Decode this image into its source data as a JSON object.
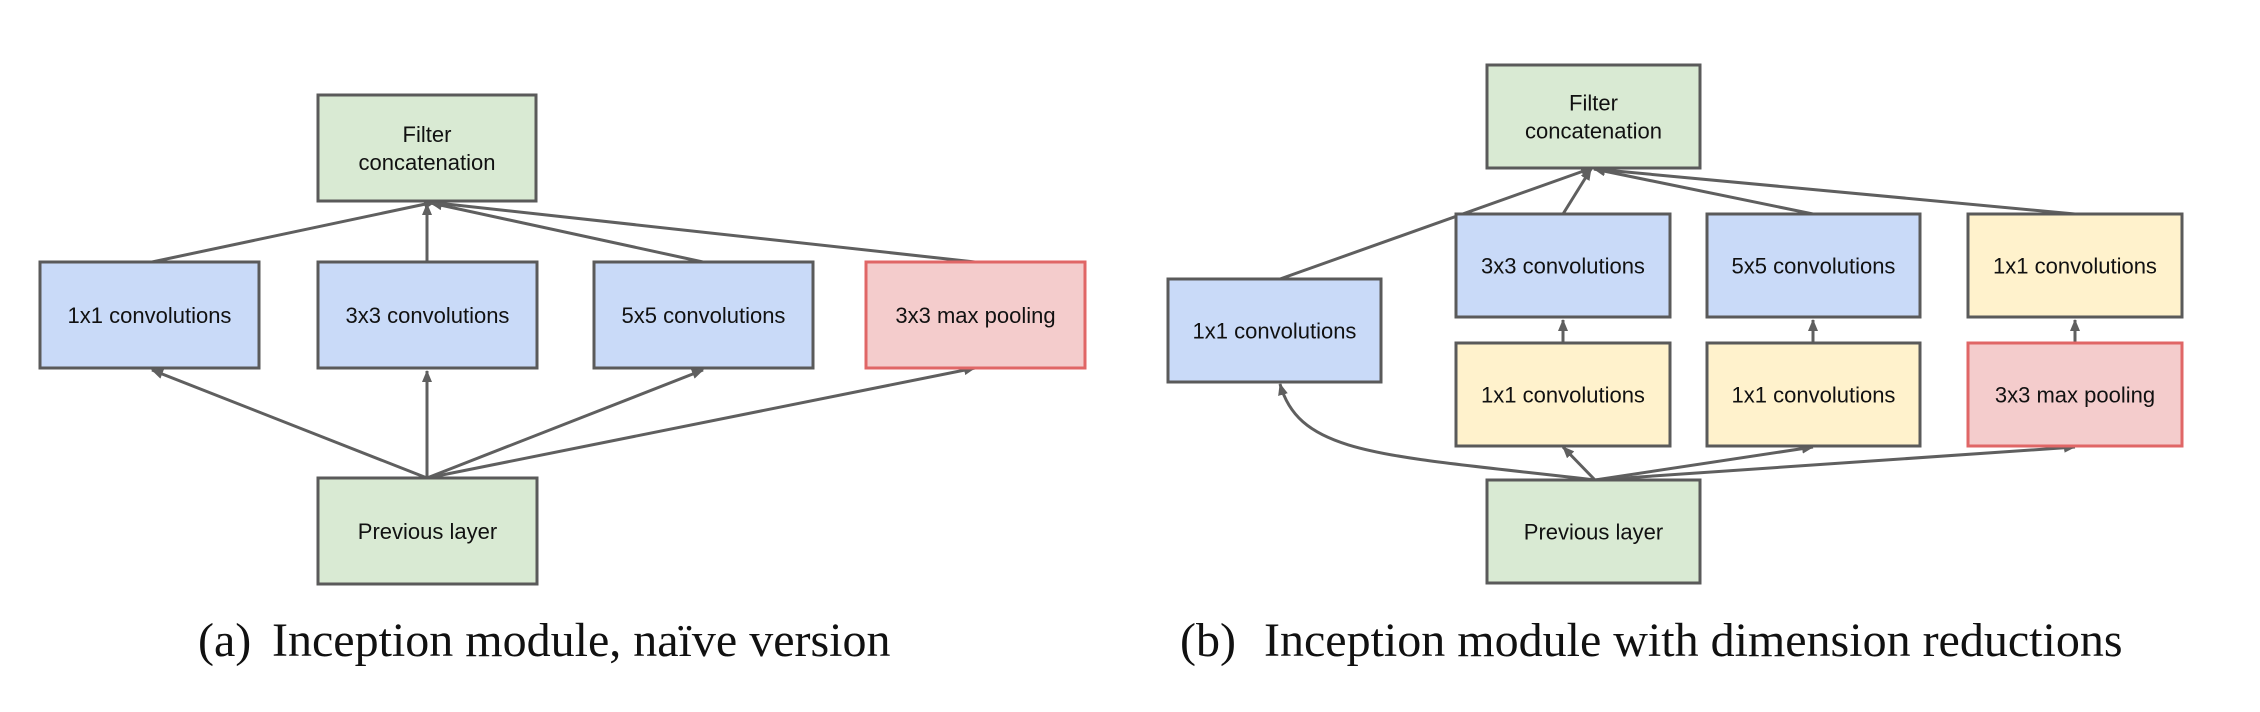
{
  "colors": {
    "green_fill": "#d9ead3",
    "green_border": "#5a5a5a",
    "blue_fill": "#c9daf8",
    "blue_border": "#5a5a5a",
    "yellow_fill": "#fff2cc",
    "yellow_border": "#5a5a5a",
    "red_fill": "#f4cccc",
    "red_border": "#e06666",
    "edge": "#5f5f5f"
  },
  "diagram_a": {
    "caption_tag": "(a)",
    "caption": "Inception module, naïve version",
    "nodes": [
      {
        "id": "a_concat",
        "lines": [
          "Filter",
          "concatenation"
        ],
        "kind": "green"
      },
      {
        "id": "a_conv1",
        "lines": [
          "1x1 convolutions"
        ],
        "kind": "blue"
      },
      {
        "id": "a_conv3",
        "lines": [
          "3x3 convolutions"
        ],
        "kind": "blue"
      },
      {
        "id": "a_conv5",
        "lines": [
          "5x5 convolutions"
        ],
        "kind": "blue"
      },
      {
        "id": "a_pool",
        "lines": [
          "3x3 max pooling"
        ],
        "kind": "red"
      },
      {
        "id": "a_prev",
        "lines": [
          "Previous layer"
        ],
        "kind": "green"
      }
    ]
  },
  "diagram_b": {
    "caption_tag": "(b)",
    "caption": "Inception module with dimension reductions",
    "nodes": [
      {
        "id": "b_concat",
        "lines": [
          "Filter",
          "concatenation"
        ],
        "kind": "green"
      },
      {
        "id": "b_conv1",
        "lines": [
          "1x1 convolutions"
        ],
        "kind": "blue"
      },
      {
        "id": "b_conv3",
        "lines": [
          "3x3 convolutions"
        ],
        "kind": "blue"
      },
      {
        "id": "b_conv5",
        "lines": [
          "5x5 convolutions"
        ],
        "kind": "blue"
      },
      {
        "id": "b_proj",
        "lines": [
          "1x1 convolutions"
        ],
        "kind": "yellow"
      },
      {
        "id": "b_red3",
        "lines": [
          "1x1 convolutions"
        ],
        "kind": "yellow"
      },
      {
        "id": "b_red5",
        "lines": [
          "1x1 convolutions"
        ],
        "kind": "yellow"
      },
      {
        "id": "b_pool",
        "lines": [
          "3x3 max pooling"
        ],
        "kind": "red"
      },
      {
        "id": "b_prev",
        "lines": [
          "Previous layer"
        ],
        "kind": "green"
      }
    ]
  }
}
